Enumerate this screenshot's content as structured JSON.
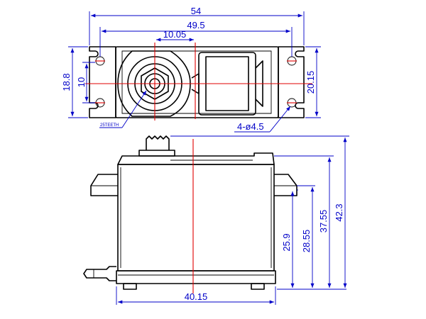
{
  "top_view": {
    "dims": {
      "overall_width": "54",
      "hole_spacing": "49.5",
      "shaft_offset": "10.05",
      "body_height": "18.8",
      "hole_gap": "10",
      "mount_width": "20.15",
      "holes": "4-ø4.5",
      "spline": "25TEETH"
    }
  },
  "side_view": {
    "dims": {
      "case_width": "40.15",
      "tab_height": "25.9",
      "case_height": "28.55",
      "top_height": "37.55",
      "overall_height": "42.3"
    }
  },
  "colors": {
    "outline": "#000000",
    "dimension": "#0000c8",
    "centerline": "#e00000"
  }
}
